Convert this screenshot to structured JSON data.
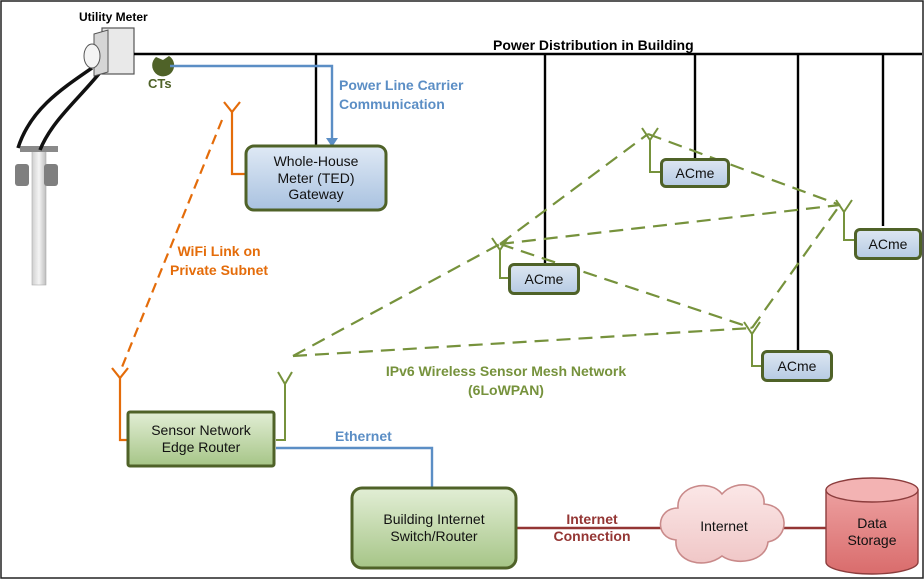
{
  "title": "Power Distribution in Building",
  "utility_meter": {
    "label": "Utility Meter"
  },
  "cts_label": "CTs",
  "plc_label": {
    "line1": "Power Line Carrier",
    "line2": "Communication"
  },
  "wifi_label": {
    "line1": "WiFi Link on",
    "line2": "Private Subnet"
  },
  "mesh_label": {
    "line1": "IPv6 Wireless Sensor Mesh Network",
    "line2": "(6LoWPAN)"
  },
  "ethernet_label": "Ethernet",
  "internet_connection_label": {
    "line1": "Internet",
    "line2": "Connection"
  },
  "nodes": {
    "gateway": {
      "line1": "Whole-House",
      "line2": "Meter (TED)",
      "line3": "Gateway"
    },
    "edge_router": {
      "line1": "Sensor Network",
      "line2": "Edge Router"
    },
    "switch": {
      "line1": "Building Internet",
      "line2": "Switch/Router"
    },
    "acme_1": "ACme",
    "acme_2": "ACme",
    "acme_3": "ACme",
    "acme_4": "ACme",
    "internet": "Internet",
    "data_storage": {
      "line1": "Data",
      "line2": "Storage"
    }
  },
  "colors": {
    "power": "#000000",
    "plc": "#5b8ec5",
    "wifi": "#e46c0a",
    "mesh": "#76923c",
    "ethernet": "#5b8ec5",
    "internet_link": "#943634",
    "acme_border": "#4f6228",
    "cloud_fill": "#f7d7d7",
    "storage_fill": "#e07b7b"
  }
}
